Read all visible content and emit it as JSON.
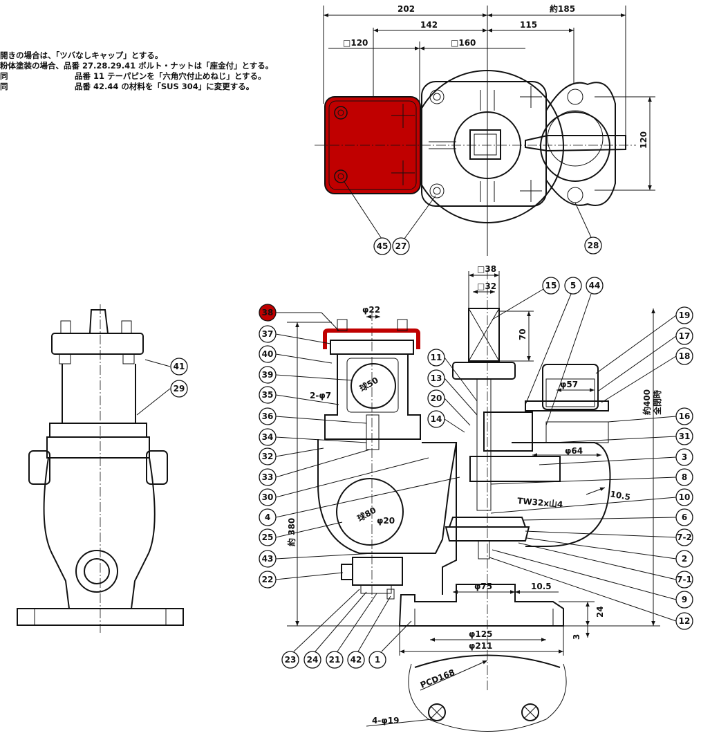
{
  "colors": {
    "highlight": "#c00000",
    "line": "#111111"
  },
  "notes": {
    "line1": {
      "text": "開きの場合は、「ツバなしキャップ」とする。"
    },
    "line2": {
      "text": "粉体塗装の場合、品番 27.28.29.41 ボルト・ナットは「座金付」とする。"
    },
    "line3": {
      "prefix": "同",
      "text": "品番 11 テーパピンを「六角穴付止めねじ」とする。"
    },
    "line4": {
      "prefix": "同",
      "text": "品番 42.44 の材料を「SUS 304」に変更する。"
    }
  },
  "top_dims": {
    "d202": "202",
    "d185": "約185",
    "d142": "142",
    "d115": "115",
    "sq120": "□120",
    "sq160": "□160",
    "d120": "120"
  },
  "main_dims": {
    "sq38": "□38",
    "sq32": "□32",
    "d70": "70",
    "phi22": "φ22",
    "sph50": "球50",
    "hole2phi7": "2-φ7",
    "phi57": "φ57",
    "h400": "約400",
    "closed": "全閉時",
    "phi64": "φ64",
    "d10_5a": "10.5",
    "tw32": "TW32x山4",
    "h380": "約 380",
    "sph80": "球80",
    "phi20": "φ20",
    "phi75": "φ75",
    "d10_5b": "10.5",
    "d24": "24",
    "d3": "3",
    "phi125": "φ125",
    "phi211": "φ211",
    "pcd168": "PCD168",
    "holes4": "4-φ19"
  },
  "callouts": {
    "c45": "45",
    "c27": "27",
    "c28": "28",
    "c41": "41",
    "c29": "29",
    "c15": "15",
    "c5": "5",
    "c44": "44",
    "c38": "38",
    "c37": "37",
    "c40": "40",
    "c39": "39",
    "c35": "35",
    "c36": "36",
    "c34": "34",
    "c32": "32",
    "c33": "33",
    "c30": "30",
    "c4": "4",
    "c25": "25",
    "c43": "43",
    "c22": "22",
    "c11": "11",
    "c13": "13",
    "c20": "20",
    "c14": "14",
    "c19": "19",
    "c17": "17",
    "c18": "18",
    "c16": "16",
    "c31": "31",
    "c3": "3",
    "c8": "8",
    "c10": "10",
    "c6": "6",
    "c7_2": "7-2",
    "c2": "2",
    "c7_1": "7-1",
    "c9": "9",
    "c12": "12",
    "c23": "23",
    "c24": "24",
    "c21": "21",
    "c42": "42",
    "c1": "1"
  }
}
